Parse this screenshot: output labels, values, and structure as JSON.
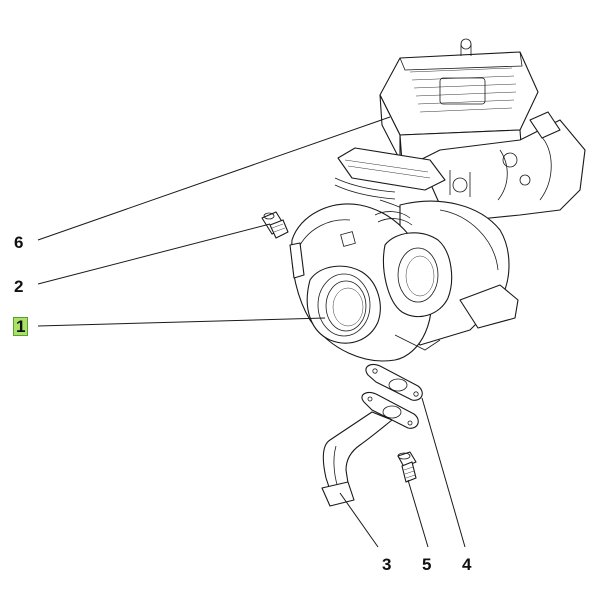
{
  "callouts": [
    {
      "id": "1",
      "label": "1",
      "selected": true
    },
    {
      "id": "2",
      "label": "2",
      "selected": false
    },
    {
      "id": "3",
      "label": "3",
      "selected": false
    },
    {
      "id": "4",
      "label": "4",
      "selected": false
    },
    {
      "id": "5",
      "label": "5",
      "selected": false
    },
    {
      "id": "6",
      "label": "6",
      "selected": false
    }
  ],
  "colors": {
    "selected_highlight": "#a8e26a",
    "line": "#1a1a1a"
  }
}
